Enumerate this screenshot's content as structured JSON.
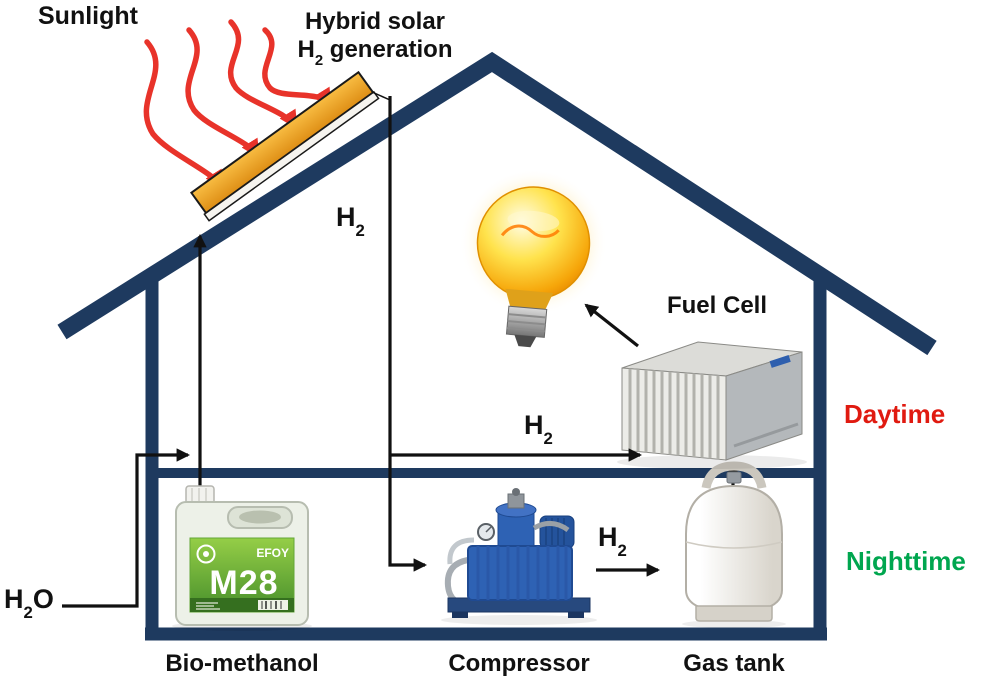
{
  "palette": {
    "house_outline": "#1e3a5f",
    "sunlight_arrow": "#e8332a",
    "flow_line": "#111111",
    "daytime_text": "#e01a10",
    "nighttime_text": "#00a64f",
    "panel_orange": "#f2a93b",
    "efoy_green": "#5fa832"
  },
  "labels": {
    "sunlight": "Sunlight",
    "hybrid_line1": "Hybrid solar",
    "hybrid_h": "H",
    "hybrid_sub": "2",
    "hybrid_rest": " generation",
    "h2_base": "H",
    "h2_sub": "2",
    "h2o_base": "H",
    "h2o_sub": "2",
    "h2o_rest": "O",
    "fuel_cell": "Fuel Cell",
    "daytime": "Daytime",
    "nighttime": "Nighttime",
    "bio_methanol": "Bio-methanol",
    "compressor": "Compressor",
    "gas_tank": "Gas tank"
  },
  "devices": {
    "jug_brand": "EFOY",
    "jug_model": "M28"
  }
}
